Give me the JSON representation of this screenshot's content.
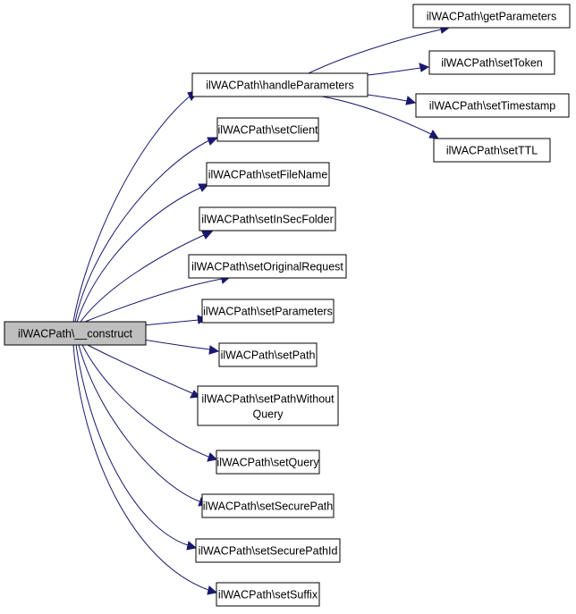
{
  "diagram": {
    "root": "ilWACPath\\__construct",
    "colors": {
      "edge": "#191970",
      "root_fill": "#bfbfbf",
      "node_fill": "#ffffff",
      "node_border": "#000000"
    },
    "nodes": {
      "construct": "ilWACPath\\__construct",
      "handleParameters": "ilWACPath\\handleParameters",
      "setClient": "ilWACPath\\setClient",
      "setFileName": "ilWACPath\\setFileName",
      "setInSecFolder": "ilWACPath\\setInSecFolder",
      "setOriginalRequest": "ilWACPath\\setOriginalRequest",
      "setParameters": "ilWACPath\\setParameters",
      "setPath": "ilWACPath\\setPath",
      "setPathWithoutQuery": [
        "ilWACPath\\setPathWithout",
        "Query"
      ],
      "setQuery": "ilWACPath\\setQuery",
      "setSecurePath": "ilWACPath\\setSecurePath",
      "setSecurePathId": "ilWACPath\\setSecurePathId",
      "setSuffix": "ilWACPath\\setSuffix",
      "getParameters": "ilWACPath\\getParameters",
      "setToken": "ilWACPath\\setToken",
      "setTimestamp": "ilWACPath\\setTimestamp",
      "setTTL": "ilWACPath\\setTTL"
    },
    "edges": [
      [
        "construct",
        "handleParameters"
      ],
      [
        "construct",
        "setClient"
      ],
      [
        "construct",
        "setFileName"
      ],
      [
        "construct",
        "setInSecFolder"
      ],
      [
        "construct",
        "setOriginalRequest"
      ],
      [
        "construct",
        "setParameters"
      ],
      [
        "construct",
        "setPath"
      ],
      [
        "construct",
        "setPathWithoutQuery"
      ],
      [
        "construct",
        "setQuery"
      ],
      [
        "construct",
        "setSecurePath"
      ],
      [
        "construct",
        "setSecurePathId"
      ],
      [
        "construct",
        "setSuffix"
      ],
      [
        "handleParameters",
        "getParameters"
      ],
      [
        "handleParameters",
        "setToken"
      ],
      [
        "handleParameters",
        "setTimestamp"
      ],
      [
        "handleParameters",
        "setTTL"
      ]
    ]
  }
}
